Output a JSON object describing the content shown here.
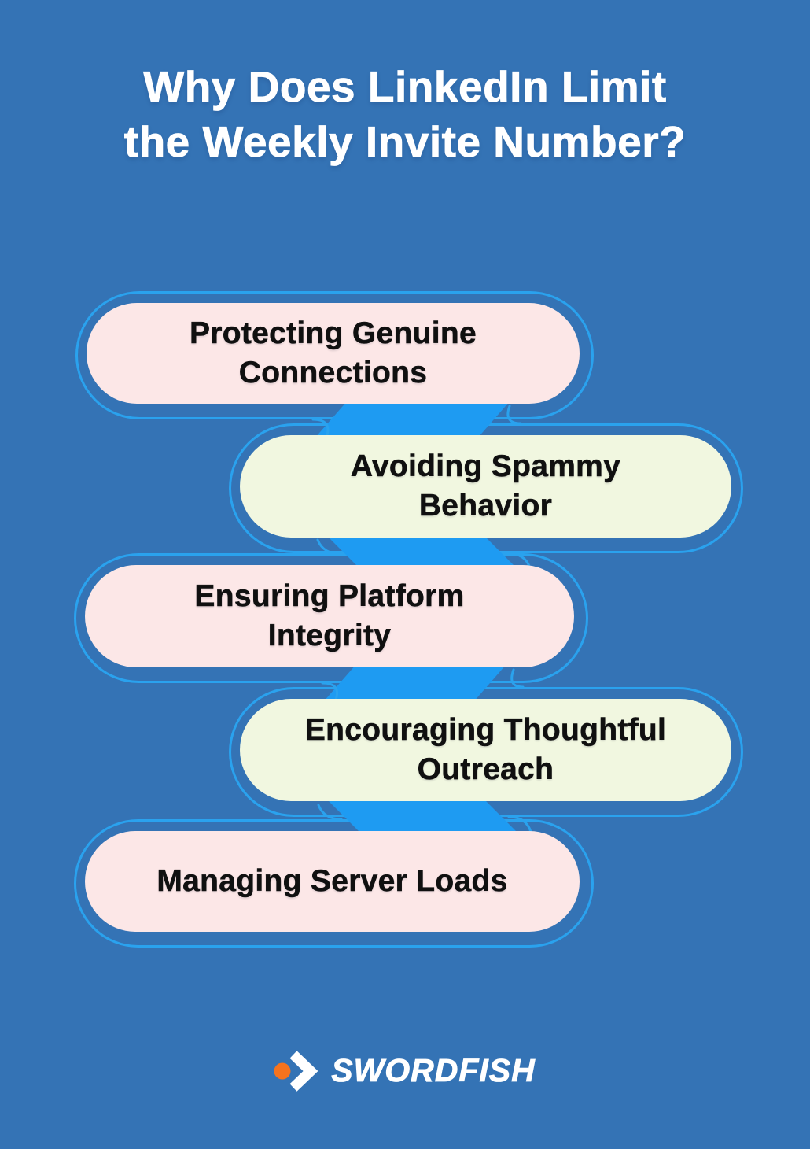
{
  "title": {
    "line1": "Why Does LinkedIn Limit",
    "line2": "the Weekly Invite Number?"
  },
  "steps": [
    {
      "label": "Protecting Genuine\nConnections",
      "color": "pink"
    },
    {
      "label": "Avoiding Spammy\nBehavior",
      "color": "green"
    },
    {
      "label": "Ensuring Platform\nIntegrity",
      "color": "pink"
    },
    {
      "label": "Encouraging Thoughtful\nOutreach",
      "color": "green"
    },
    {
      "label": "Managing Server Loads",
      "color": "pink"
    }
  ],
  "brand": {
    "name": "SWORDFISH"
  },
  "colors": {
    "background": "#3473B5",
    "ribbon_blue": "#1E9BF2",
    "outline_blue": "#2AA2EE",
    "pill_pink": "#FCE7E7",
    "pill_green": "#F1F7E0",
    "pill_text": "#101010",
    "title_text": "#FFFFFF",
    "brand_dot_orange": "#F5731E"
  }
}
